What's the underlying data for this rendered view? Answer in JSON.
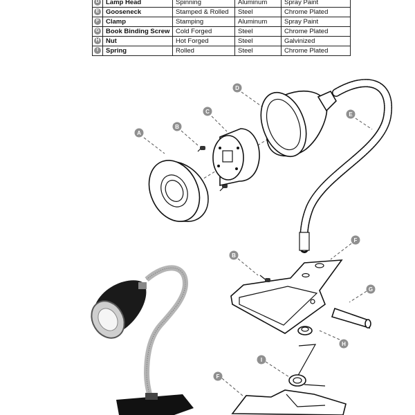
{
  "parts": [
    {
      "letter": "D",
      "name": "Lamp Head",
      "process": "Spinning",
      "material": "Aluminum",
      "finish": "Spray Paint"
    },
    {
      "letter": "E",
      "name": "Gooseneck",
      "process": "Stamped & Rolled",
      "material": "Steel",
      "finish": "Chrome Plated"
    },
    {
      "letter": "F",
      "name": "Clamp",
      "process": "Stamping",
      "material": "Aluminum",
      "finish": "Spray Paint"
    },
    {
      "letter": "G",
      "name": "Book Binding Screw",
      "process": "Cold Forged",
      "material": "Steel",
      "finish": "Chrome Plated"
    },
    {
      "letter": "H",
      "name": "Nut",
      "process": "Hot Forged",
      "material": "Steel",
      "finish": "Galvinized"
    },
    {
      "letter": "I",
      "name": "Spring",
      "process": "Rolled",
      "material": "Steel",
      "finish": "Chrome Plated"
    }
  ],
  "callouts": {
    "a": "A",
    "b_top": "B",
    "c": "C",
    "d": "D",
    "e": "E",
    "f_top": "F",
    "b_mid": "B",
    "g": "G",
    "h": "H",
    "i": "I",
    "f_bottom": "F"
  }
}
